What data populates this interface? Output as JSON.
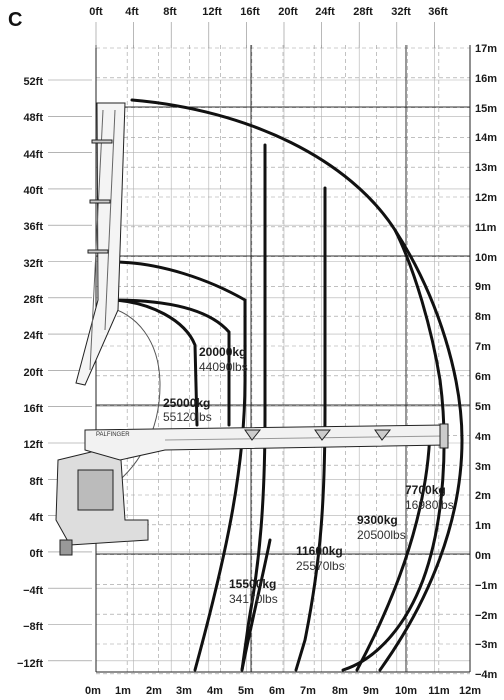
{
  "panel_label": "C",
  "chart_data": {
    "type": "diagram",
    "top_axis_ft": [
      "0ft",
      "4ft",
      "8ft",
      "12ft",
      "16ft",
      "20ft",
      "24ft",
      "28ft",
      "32ft",
      "36ft"
    ],
    "bottom_axis_m": [
      "0m",
      "1m",
      "2m",
      "3m",
      "4m",
      "5m",
      "6m",
      "7m",
      "8m",
      "9m",
      "10m",
      "11m",
      "12m"
    ],
    "left_axis_ft": [
      "52ft",
      "48ft",
      "44ft",
      "40ft",
      "36ft",
      "32ft",
      "28ft",
      "24ft",
      "20ft",
      "16ft",
      "12ft",
      "8ft",
      "4ft",
      "0ft",
      "−4ft",
      "−8ft",
      "−12ft"
    ],
    "right_axis_m": [
      "17m",
      "16m",
      "15m",
      "14m",
      "13m",
      "12m",
      "11m",
      "10m",
      "9m",
      "8m",
      "7m",
      "6m",
      "5m",
      "4m",
      "3m",
      "2m",
      "1m",
      "0m",
      "−1m",
      "−2m",
      "−3m",
      "−4m"
    ],
    "load_zones": [
      {
        "kg": "25000kg",
        "lbs": "55120lbs"
      },
      {
        "kg": "20000kg",
        "lbs": "44090lbs"
      },
      {
        "kg": "15500kg",
        "lbs": "34170lbs"
      },
      {
        "kg": "11600kg",
        "lbs": "25570lbs"
      },
      {
        "kg": "9300kg",
        "lbs": "20500lbs"
      },
      {
        "kg": "7700kg",
        "lbs": "16980lbs"
      }
    ],
    "crane_boom_text": "PALFINGER"
  }
}
